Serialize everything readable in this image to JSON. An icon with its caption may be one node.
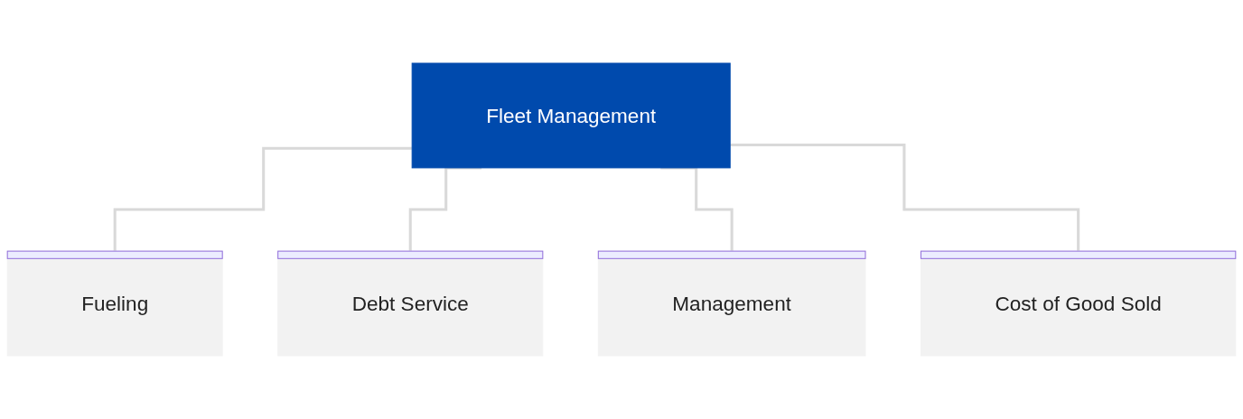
{
  "diagram": {
    "nodes": [
      {
        "text": [
          "Fleet Management"
        ]
      },
      {
        "text": [
          "Fueling"
        ]
      },
      {
        "text": [
          "Debt Service"
        ]
      },
      {
        "text": [
          "Management"
        ]
      },
      {
        "text": [
          "Cost of Good Sold"
        ]
      }
    ],
    "edges": [
      {
        "from": 0,
        "to": 1,
        "arrow": "none"
      },
      {
        "from": 0,
        "to": 2,
        "arrow": "none"
      },
      {
        "from": 0,
        "to": 3,
        "arrow": "none"
      },
      {
        "from": 0,
        "to": 4,
        "arrow": "none"
      }
    ]
  }
}
